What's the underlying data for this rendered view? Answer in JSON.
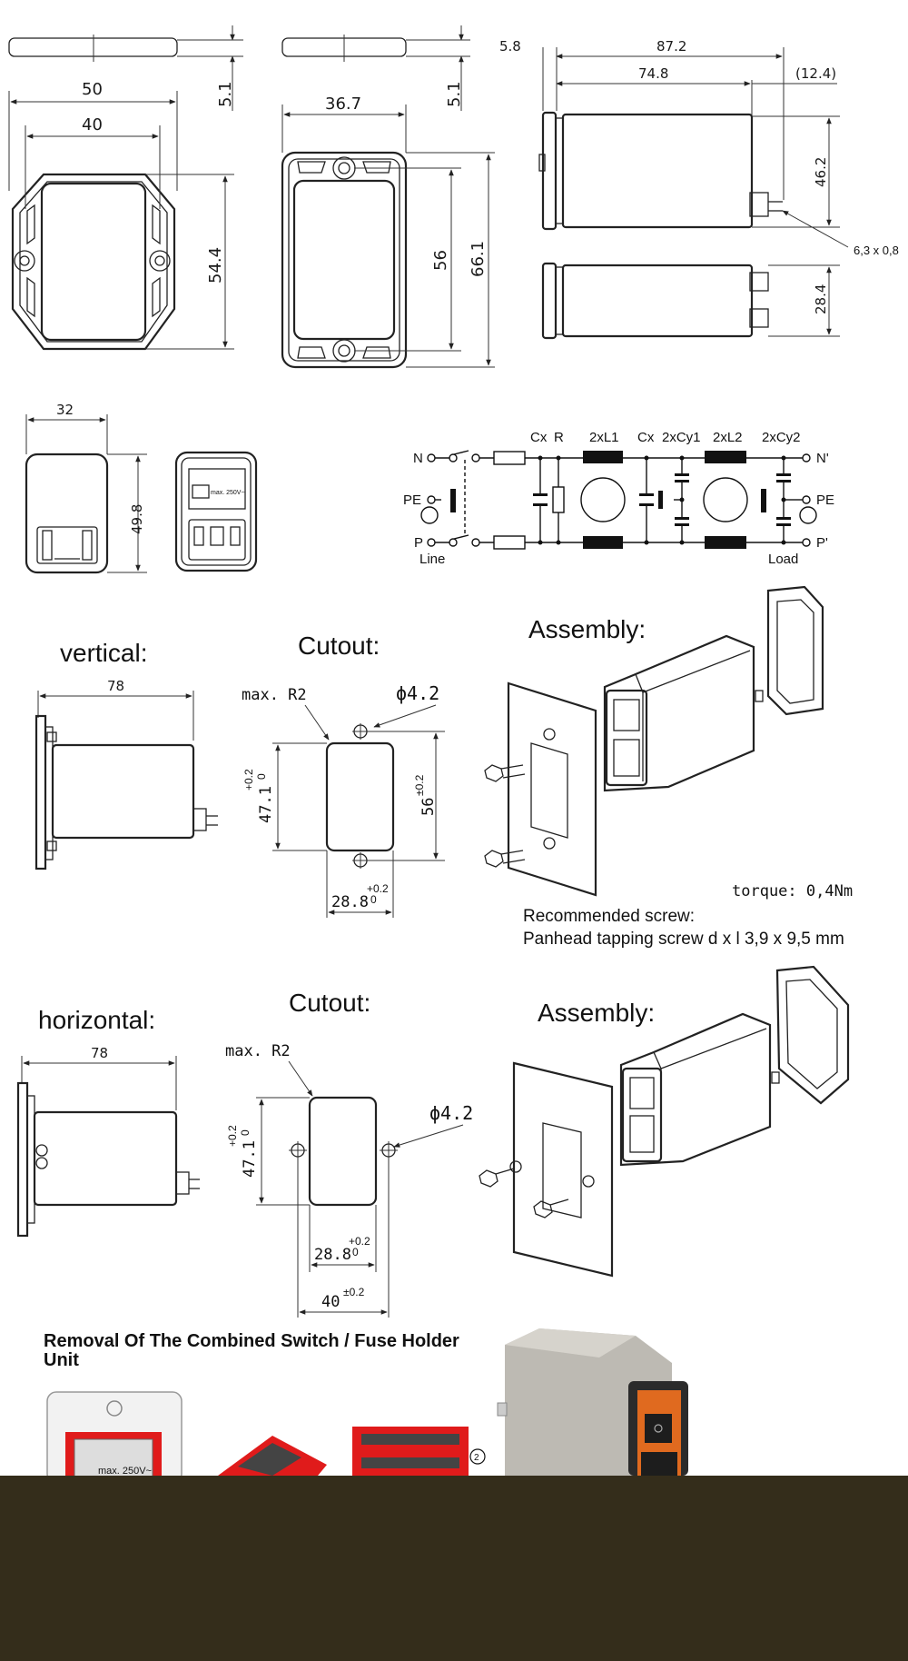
{
  "top_drawings": {
    "front_flange": {
      "width_outer": "50",
      "width_inner": "40",
      "height": "54.4",
      "thickness": "5.1"
    },
    "front_portrait": {
      "width": "36.7",
      "inner_height": "56",
      "outer_height": "66.1",
      "thickness": "5.1"
    },
    "side_view": {
      "offset": "5.8",
      "overall_length": "87.2",
      "body_length": "74.8",
      "terminal_length": "(12.4)",
      "height": "46.2",
      "terminal_size": "6,3 x 0,8",
      "depth": "28.4"
    },
    "rear_view": {
      "width": "32",
      "height": "49.8",
      "rating_label": "max. 250V~"
    }
  },
  "schematic": {
    "labels": {
      "n_in": "N",
      "pe_in": "PE",
      "p_in": "P",
      "line": "Line",
      "n_out": "N'",
      "pe_out": "PE",
      "p_out": "P'",
      "load": "Load",
      "cx1": "Cx",
      "r": "R",
      "l1": "2xL1",
      "cx2": "Cx",
      "cy1": "2xCy1",
      "l2": "2xL2",
      "cy2": "2xCy2"
    }
  },
  "vertical": {
    "title": "vertical:",
    "length": "78",
    "cutout_title": "Cutout:",
    "radius": "max. R2",
    "hole": "ϕ4.2",
    "cut_height": "47.1",
    "cut_height_tol": "+0.2",
    "cut_height_tol2": "0",
    "hole_spacing": "56",
    "hole_spacing_tol": "±0.2",
    "cut_width": "28.8",
    "cut_width_tol": "+0.2",
    "cut_width_tol2": "0",
    "assembly_title": "Assembly:",
    "torque": "torque: 0,4Nm",
    "screw_title": "Recommended screw:",
    "screw_desc": "Panhead tapping screw d x l 3,9 x 9,5 mm"
  },
  "horizontal": {
    "title": "horizontal:",
    "length": "78",
    "cutout_title": "Cutout:",
    "radius": "max. R2",
    "hole": "ϕ4.2",
    "cut_height": "47.1",
    "cut_height_tol": "+0.2",
    "cut_height_tol2": "0",
    "cut_width": "28.8",
    "cut_width_tol": "+0.2",
    "cut_width_tol2": "0",
    "hole_spacing": "40",
    "hole_spacing_tol": "±0.2",
    "assembly_title": "Assembly:"
  },
  "removal": {
    "title": "Removal Of The Combined Switch / Fuse Holder Unit",
    "rating_label": "max. 250V~",
    "step": "2"
  },
  "colors": {
    "footer": "#342d1b",
    "accent_red": "#e01b1b",
    "housing": "#bdbab3"
  }
}
